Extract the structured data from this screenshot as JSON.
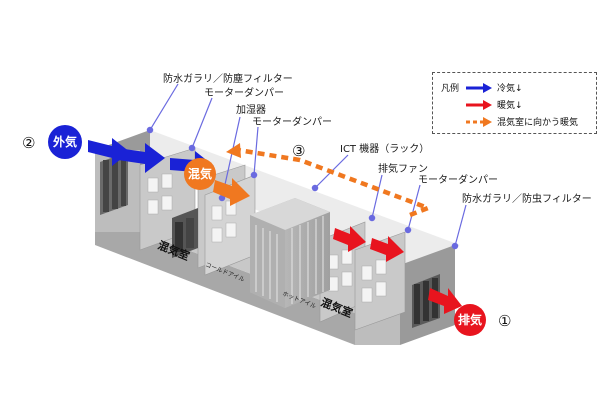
{
  "labels": {
    "louver_filter_top": "防水ガラリ／防塵フィルター",
    "damper_1": "モーターダンパー",
    "humidifier": "加湿器",
    "damper_2": "モーターダンパー",
    "ict_rack": "ICT 機器（ラック）",
    "exhaust_fan": "排気ファン",
    "damper_3": "モーターダンパー",
    "louver_filter_bottom": "防水ガラリ／防虫フィルター",
    "mixing_room_left": "混気室",
    "mixing_room_right": "混気室",
    "cold_aisle": "コールドアイル",
    "hot_aisle": "ホットアイル"
  },
  "badges": {
    "outside_air": "外気",
    "mixed_air": "混気",
    "exhaust": "排気"
  },
  "numbers": {
    "n1": "①",
    "n2": "②",
    "n3": "③"
  },
  "legend": {
    "title": "凡例",
    "cold": "冷気↓",
    "warm": "暖気↓",
    "to_mixing": "混気室に向かう暖気"
  },
  "colors": {
    "cold": "#1a22d6",
    "warm": "#e8141e",
    "mix": "#f07820",
    "leader": "#7a7ae8",
    "wall": "#b4b4b4"
  }
}
